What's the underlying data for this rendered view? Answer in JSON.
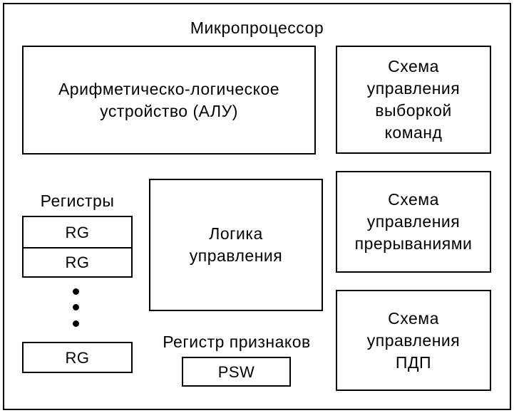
{
  "title": "Микропроцессор",
  "alu": {
    "lines": [
      "Арифметическо-логическое",
      "устройство (АЛУ)"
    ]
  },
  "fetch_control": {
    "lines": [
      "Схема",
      "управления",
      "выборкой",
      "команд"
    ]
  },
  "registers": {
    "label": "Регистры",
    "items": [
      "RG",
      "RG",
      "RG"
    ]
  },
  "control_logic": {
    "lines": [
      "Логика",
      "управления"
    ]
  },
  "interrupt_control": {
    "lines": [
      "Схема",
      "управления",
      "прерываниями"
    ]
  },
  "flags_register": {
    "label": "Регистр признаков",
    "value": "PSW"
  },
  "dma_control": {
    "lines": [
      "Схема",
      "управления",
      "ПДП"
    ]
  }
}
